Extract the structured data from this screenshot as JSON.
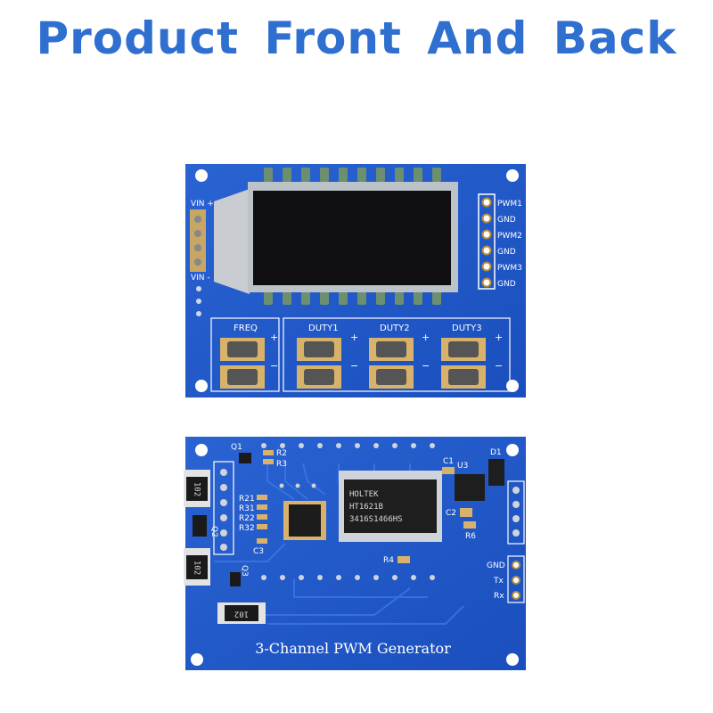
{
  "title": "Product Front And Back",
  "colors": {
    "title": "#2f6fd0",
    "pcb": "#1f56c4",
    "pad": "#d8b26a",
    "lcd": "#0f0f12"
  },
  "front": {
    "vin_plus": "VIN +",
    "vin_minus": "VIN -",
    "outputs": [
      "PWM1",
      "GND",
      "PWM2",
      "GND",
      "PWM3",
      "GND"
    ],
    "freq": "FREQ",
    "duty1": "DUTY1",
    "duty2": "DUTY2",
    "duty3": "DUTY3",
    "plus": "+",
    "minus": "−"
  },
  "back": {
    "q1": "Q1",
    "r2": "R2",
    "r3": "R3",
    "r21": "R21",
    "r31": "R31",
    "r22": "R22",
    "r32": "R32",
    "c1": "C1",
    "c2": "C2",
    "c3": "C3",
    "u3": "U3",
    "d1": "D1",
    "r4": "R4",
    "r6": "R6",
    "q2": "Q2",
    "q3": "Q3",
    "res_marking": "102",
    "chip_line1": "HOLTEK",
    "chip_line2": "HT1621B",
    "chip_line3": "3416S1466HS",
    "serial_pins": [
      "GND",
      "Tx",
      "Rx"
    ],
    "board_name": "3-Channel PWM Generator"
  }
}
